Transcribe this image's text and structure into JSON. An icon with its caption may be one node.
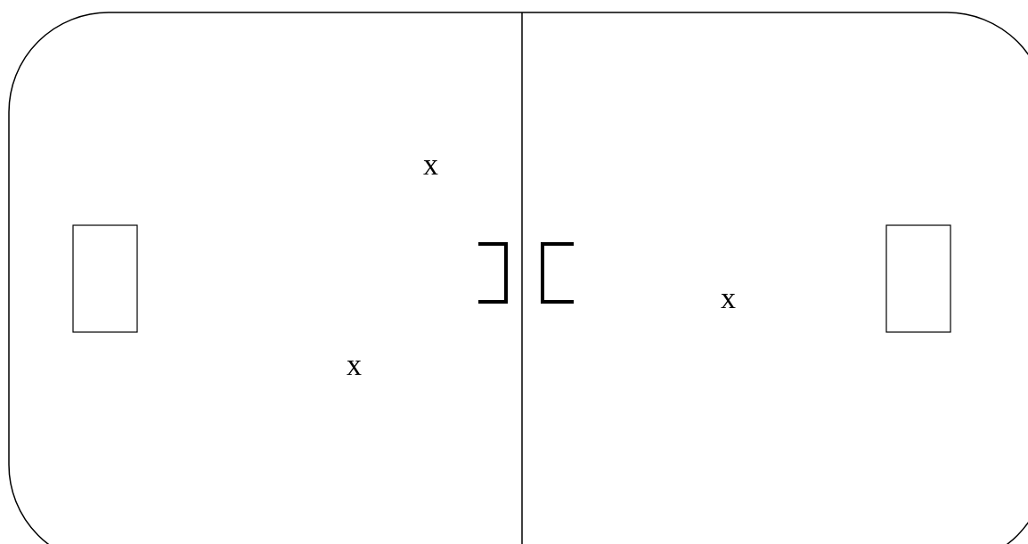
{
  "diagram": {
    "labels": [
      "x",
      "x",
      "x"
    ]
  }
}
